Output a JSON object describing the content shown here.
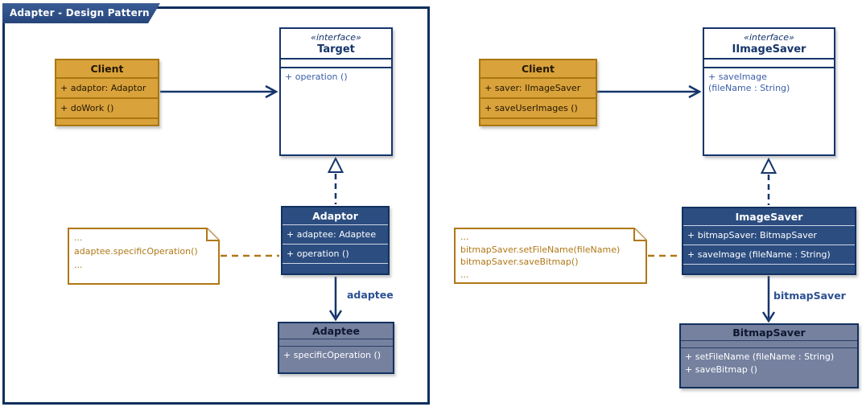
{
  "frame": {
    "title": "Adapter - Design Pattern"
  },
  "left": {
    "client": {
      "title": "Client",
      "attribute": "+ adaptor: Adaptor",
      "operation": "+ doWork ()"
    },
    "target": {
      "stereotype": "«interface»",
      "name": "Target",
      "operation": "+ operation ()"
    },
    "adaptor": {
      "name": "Adaptor",
      "attribute": "+ adaptee: Adaptee",
      "operation": "+ operation ()"
    },
    "adaptee": {
      "name": "Adaptee",
      "operation": "+ specificOperation ()"
    },
    "note": {
      "lines": [
        "...",
        "adaptee.specificOperation()",
        "..."
      ]
    },
    "association_label": "adaptee"
  },
  "right": {
    "client": {
      "title": "Client",
      "attribute": "+ saver: IImageSaver",
      "operation": "+ saveUserImages ()"
    },
    "interface": {
      "stereotype": "«interface»",
      "name": "IImageSaver",
      "operation_line1": "+ saveImage",
      "operation_line2": "(fileName : String)"
    },
    "imagesaver": {
      "name": "ImageSaver",
      "attribute": "+ bitmapSaver: BitmapSaver",
      "operation": "+ saveImage (fileName : String)"
    },
    "bitmapsaver": {
      "name": "BitmapSaver",
      "operation1": "+ setFileName (fileName : String)",
      "operation2": "+ saveBitmap ()"
    },
    "note": {
      "lines": [
        "...",
        "bitmapSaver.setFileName(fileName)",
        "bitmapSaver.saveBitmap()",
        "..."
      ]
    },
    "association_label": "bitmapSaver"
  },
  "colors": {
    "navy_line": "#16356b",
    "navy_fill": "#2c4d80",
    "frame_border": "#0e2f5e",
    "slate_fill": "#75819f",
    "orange_fill": "#d9a23b",
    "orange_border": "#a9770e",
    "note_brown": "#af7817",
    "interface_op_text": "#3a5ea8",
    "label_blue": "#2c5093"
  }
}
